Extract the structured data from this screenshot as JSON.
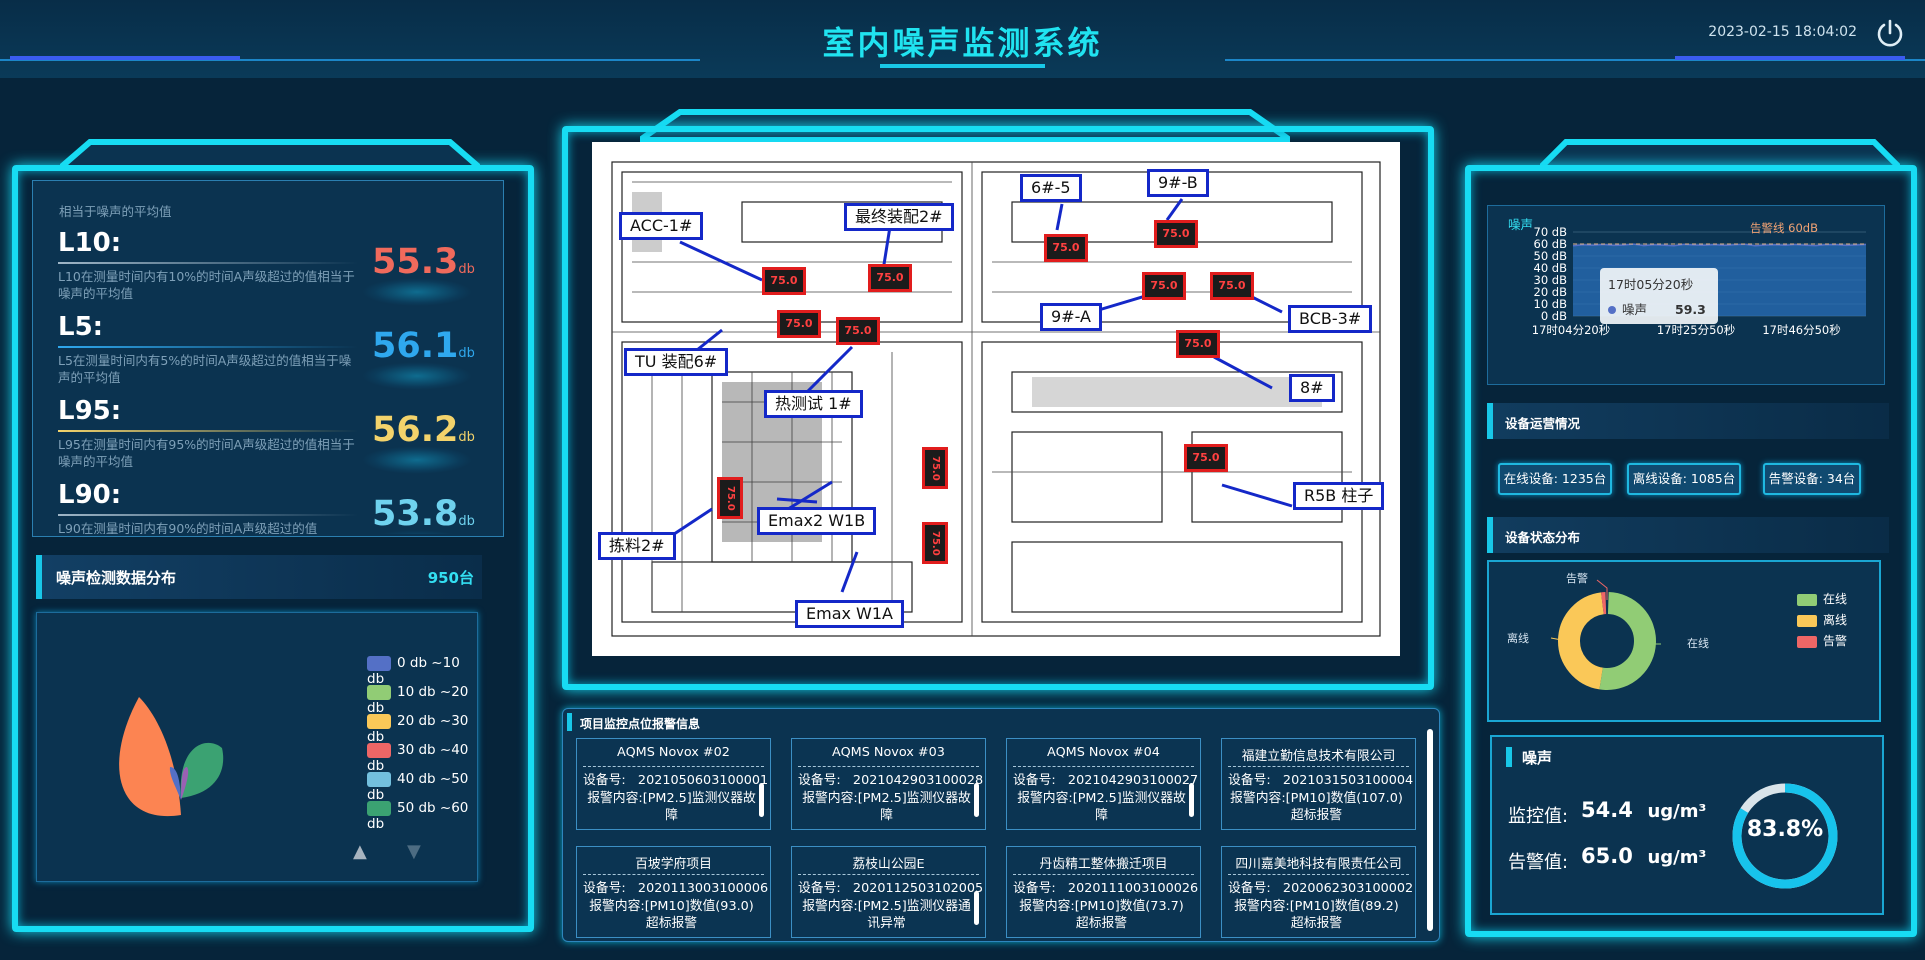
{
  "header": {
    "title": "室内噪声监测系统",
    "datetime": "2023-02-15 18:04:02",
    "power_icon": "power-icon"
  },
  "left": {
    "cut_desc": "相当于噪声的平均值",
    "l_stats": [
      {
        "name": "L10:",
        "value": "55.3",
        "unit": "db",
        "desc": "L10在测量时间内有10%的时间A声级超过的值相当于噪声的平均值",
        "color": "#f06a5c"
      },
      {
        "name": "L5:",
        "value": "56.1",
        "unit": "db",
        "desc": "L5在测量时间内有5%的时间A声级超过的值相当于噪声的平均值",
        "color": "#2fa8ee"
      },
      {
        "name": "L95:",
        "value": "56.2",
        "unit": "db",
        "desc": "L95在测量时间内有95%的时间A声级超过的值相当于噪声的平均值",
        "color": "#f3d36b"
      },
      {
        "name": "L90:",
        "value": "53.8",
        "unit": "db",
        "desc": "L90在测量时间内有90%的时间A声级超过的值",
        "color": "#6fd2ee"
      }
    ],
    "distribution": {
      "title": "噪声检测数据分布",
      "count": "950台",
      "legend": [
        {
          "label": "0 db ~10 db",
          "color": "#5470c6"
        },
        {
          "label": "10 db ~20 db",
          "color": "#91cc75"
        },
        {
          "label": "20 db ~30 db",
          "color": "#fac858"
        },
        {
          "label": "30 db ~40 db",
          "color": "#ee6666"
        },
        {
          "label": "40 db ~50 db",
          "color": "#73c0de"
        },
        {
          "label": "50 db ~60 db",
          "color": "#3ba272"
        }
      ]
    }
  },
  "map": {
    "labels": [
      "ACC-1#",
      "最终装配2#",
      "6#-5",
      "9#-B",
      "9#-A",
      "BCB-3#",
      "8#",
      "TU 装配6#",
      "热测试 1#",
      "R5B 柱子",
      "拣料2#",
      "Emax2 W1B",
      "Emax W1A"
    ],
    "sensor_value": "75.0"
  },
  "alarms": {
    "title": "项目监控点位报警信息",
    "device_label": "设备号:",
    "content_label": "报警内容:",
    "cards": [
      {
        "name": "AQMS Novox #02",
        "device": "2021050603100001",
        "content": "[PM2.5]监测仪器故障"
      },
      {
        "name": "AQMS Novox #03",
        "device": "2021042903100028",
        "content": "[PM2.5]监测仪器故障"
      },
      {
        "name": "AQMS Novox #04",
        "device": "2021042903100027",
        "content": "[PM2.5]监测仪器故障"
      },
      {
        "name": "福建立勤信息技术有限公司",
        "device": "2021031503100004",
        "content": "[PM10]数值(107.0)超标报警"
      },
      {
        "name": "百坡学府项目",
        "device": "2020113003100006",
        "content": "[PM10]数值(93.0)超标报警"
      },
      {
        "name": "荔枝山公园E",
        "device": "2020112503102005",
        "content": "[PM2.5]监测仪器通讯异常"
      },
      {
        "name": "丹齿精工整体搬迁项目",
        "device": "2020111003100026",
        "content": "[PM10]数值(73.7)超标报警"
      },
      {
        "name": "四川嘉美地科技有限责任公司",
        "device": "2020062303100002",
        "content": "[PM10]数值(89.2)超标报警"
      }
    ]
  },
  "noise_chart": {
    "title": "噪声",
    "warning_label": "告警线 60dB",
    "tooltip_time": "17时05分20秒",
    "tooltip_series": "噪声",
    "tooltip_value": "59.3"
  },
  "chart_data": {
    "type": "area",
    "title": "噪声",
    "y_ticks": [
      "0 dB",
      "10 dB",
      "20 dB",
      "30 dB",
      "40 dB",
      "50 dB",
      "60 dB",
      "70 dB"
    ],
    "x_ticks": [
      "17时04分20秒",
      "17时25分50秒",
      "17时46分50秒"
    ],
    "ylim": [
      0,
      70
    ],
    "warning_line": 60,
    "series": [
      {
        "name": "噪声",
        "values": [
          58.6,
          59.3,
          58.9,
          59.6,
          58.8,
          59.1,
          59.9,
          58.7,
          59.4,
          59.0,
          58.5,
          59.7,
          59.2,
          58.9,
          59.5,
          58.8,
          59.3,
          59.8,
          58.6,
          59.1,
          59.4,
          58.9,
          59.6,
          59.0,
          58.7,
          59.3,
          59.5,
          58.8,
          59.2,
          59.6
        ]
      }
    ]
  },
  "equipment": {
    "title": "设备运营情况",
    "online": "在线设备: 1235台",
    "offline": "离线设备: 1085台",
    "alarm": "告警设备: 34台"
  },
  "status": {
    "title": "设备状态分布",
    "slices": [
      {
        "label": "在线",
        "value": 1235,
        "color": "#91cc75"
      },
      {
        "label": "离线",
        "value": 1085,
        "color": "#fac858"
      },
      {
        "label": "告警",
        "value": 34,
        "color": "#ee6666"
      }
    ]
  },
  "noise_summary": {
    "title": "噪声",
    "monitor_label": "监控值:",
    "monitor_value": "54.4",
    "alarm_label": "告警值:",
    "alarm_value": "65.0",
    "unit": "ug/m³",
    "percent": "83.8%",
    "percent_value": 0.838
  }
}
